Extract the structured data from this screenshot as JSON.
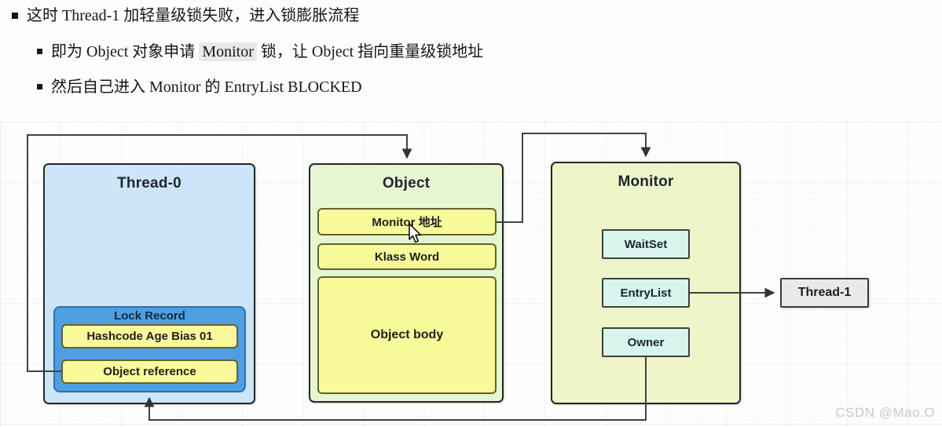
{
  "bullets": {
    "item1": "这时 Thread-1 加轻量级锁失败，进入锁膨胀流程",
    "item2_pre": "即为 Object 对象申请 ",
    "item2_highlight": "Monitor",
    "item2_post": " 锁，让 Object 指向重量级锁地址",
    "item3": "然后自己进入 Monitor 的 EntryList BLOCKED"
  },
  "diagram": {
    "thread0": {
      "title": "Thread-0",
      "lock_record": {
        "title": "Lock Record",
        "rows": [
          "Hashcode Age Bias 01",
          "Object reference"
        ]
      }
    },
    "object": {
      "title": "Object",
      "rows": [
        "Monitor 地址",
        "Klass Word",
        "Object body"
      ]
    },
    "monitor": {
      "title": "Monitor",
      "rows": [
        "WaitSet",
        "EntryList",
        "Owner"
      ]
    },
    "thread1": {
      "title": "Thread-1"
    }
  },
  "watermark": "CSDN @Mao.O",
  "colors": {
    "thread0_fill": "#cde6f7",
    "lock_record_fill": "#4f9ee2",
    "yellow_cell_fill": "#f9fb9b",
    "object_fill": "#e7f6d2",
    "monitor_fill": "#eef5c9",
    "teal_cell_fill": "#d7f5ed",
    "thread1_fill": "#e9e9e9",
    "connector": "#424242",
    "highlight_bg": "#e9e9e9"
  }
}
